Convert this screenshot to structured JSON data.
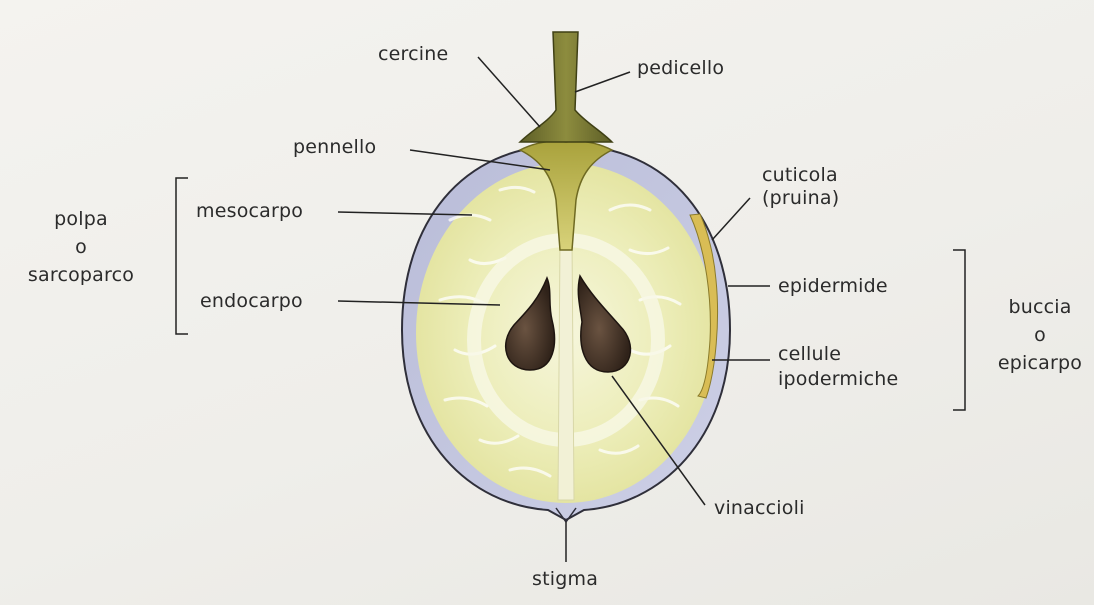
{
  "labels": {
    "cercine": "cercine",
    "pedicello": "pedicello",
    "pennello": "pennello",
    "cuticola_1": "cuticola",
    "cuticola_2": "(pruina)",
    "polpa_1": "polpa",
    "polpa_2": "o",
    "polpa_3": "sarcoparco",
    "mesocarpo": "mesocarpo",
    "endocarpo": "endocarpo",
    "epidermide": "epidermide",
    "cellule_1": "cellule",
    "cellule_2": "ipodermiche",
    "buccia_1": "buccia",
    "buccia_2": "o",
    "buccia_3": "epicarpo",
    "vinaccioli": "vinaccioli",
    "stigma": "stigma"
  },
  "colors": {
    "background": "#efeeea",
    "skin": "#c3c5df",
    "pulp": "#ecedb8",
    "stem": "#6f7031",
    "seed": "#3e2e22",
    "hypodermal": "#d9bd55",
    "ink": "#2b2b2b"
  }
}
